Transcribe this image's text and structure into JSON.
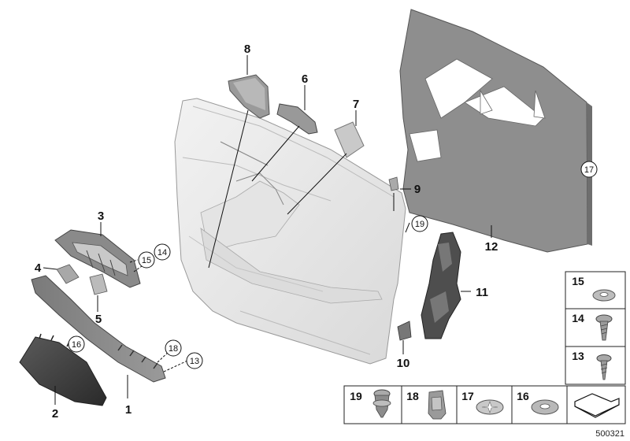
{
  "diagram": {
    "callouts": [
      {
        "id": "c1",
        "label": "1"
      },
      {
        "id": "c2",
        "label": "2"
      },
      {
        "id": "c3",
        "label": "3"
      },
      {
        "id": "c4",
        "label": "4"
      },
      {
        "id": "c5",
        "label": "5"
      },
      {
        "id": "c6",
        "label": "6"
      },
      {
        "id": "c7",
        "label": "7"
      },
      {
        "id": "c8",
        "label": "8"
      },
      {
        "id": "c9",
        "label": "9"
      },
      {
        "id": "c10",
        "label": "10"
      },
      {
        "id": "c11",
        "label": "11"
      },
      {
        "id": "c12",
        "label": "12"
      }
    ],
    "circled": [
      {
        "id": "k13",
        "label": "13"
      },
      {
        "id": "k14",
        "label": "14"
      },
      {
        "id": "k15",
        "label": "15"
      },
      {
        "id": "k16",
        "label": "16"
      },
      {
        "id": "k17",
        "label": "17"
      },
      {
        "id": "k18",
        "label": "18"
      },
      {
        "id": "k19",
        "label": "19"
      }
    ],
    "legend_right": [
      {
        "label": "15",
        "part": "washer"
      },
      {
        "label": "14",
        "part": "screw"
      },
      {
        "label": "13",
        "part": "screw-washer"
      }
    ],
    "legend_bottom": [
      {
        "label": "19",
        "part": "expanding-rivet"
      },
      {
        "label": "18",
        "part": "clip-nut"
      },
      {
        "label": "17",
        "part": "star-clip"
      },
      {
        "label": "16",
        "part": "speed-nut"
      },
      {
        "label": "",
        "part": "arrow-symbol"
      }
    ],
    "reference_number": "500321"
  }
}
